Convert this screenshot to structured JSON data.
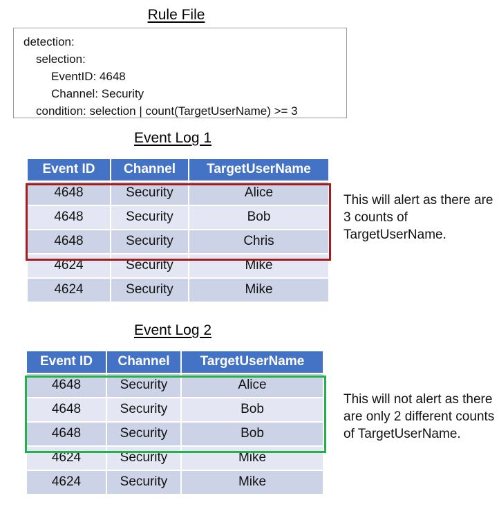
{
  "rule_file": {
    "title": "Rule File",
    "lines": [
      "detection:",
      "selection:",
      "EventID: 4648",
      "Channel: Security",
      "condition: selection | count(TargetUserName) >= 3"
    ]
  },
  "event_log_1": {
    "title": "Event Log 1",
    "columns": [
      "Event ID",
      "Channel",
      "TargetUserName"
    ],
    "rows": [
      {
        "event_id": "4648",
        "channel": "Security",
        "target_user_name": "Alice",
        "highlighted": true
      },
      {
        "event_id": "4648",
        "channel": "Security",
        "target_user_name": "Bob",
        "highlighted": true
      },
      {
        "event_id": "4648",
        "channel": "Security",
        "target_user_name": "Chris",
        "highlighted": true
      },
      {
        "event_id": "4624",
        "channel": "Security",
        "target_user_name": "Mike",
        "highlighted": false
      },
      {
        "event_id": "4624",
        "channel": "Security",
        "target_user_name": "Mike",
        "highlighted": false
      }
    ],
    "highlight_color": "#A51C1C",
    "annotation": "This will alert as there are 3 counts of TargetUserName."
  },
  "event_log_2": {
    "title": "Event Log 2",
    "columns": [
      "Event ID",
      "Channel",
      "TargetUserName"
    ],
    "rows": [
      {
        "event_id": "4648",
        "channel": "Security",
        "target_user_name": "Alice",
        "highlighted": true
      },
      {
        "event_id": "4648",
        "channel": "Security",
        "target_user_name": "Bob",
        "highlighted": true
      },
      {
        "event_id": "4648",
        "channel": "Security",
        "target_user_name": "Bob",
        "highlighted": true
      },
      {
        "event_id": "4624",
        "channel": "Security",
        "target_user_name": "Mike",
        "highlighted": false
      },
      {
        "event_id": "4624",
        "channel": "Security",
        "target_user_name": "Mike",
        "highlighted": false
      }
    ],
    "highlight_color": "#23B14C",
    "annotation": "This will not alert as there are only 2 different counts of TargetUserName."
  },
  "colors": {
    "header_blue": "#4472C4",
    "row_dark": "#CDD3E6",
    "row_light": "#E4E7F3",
    "alert_red": "#A51C1C",
    "ok_green": "#23B14C"
  }
}
